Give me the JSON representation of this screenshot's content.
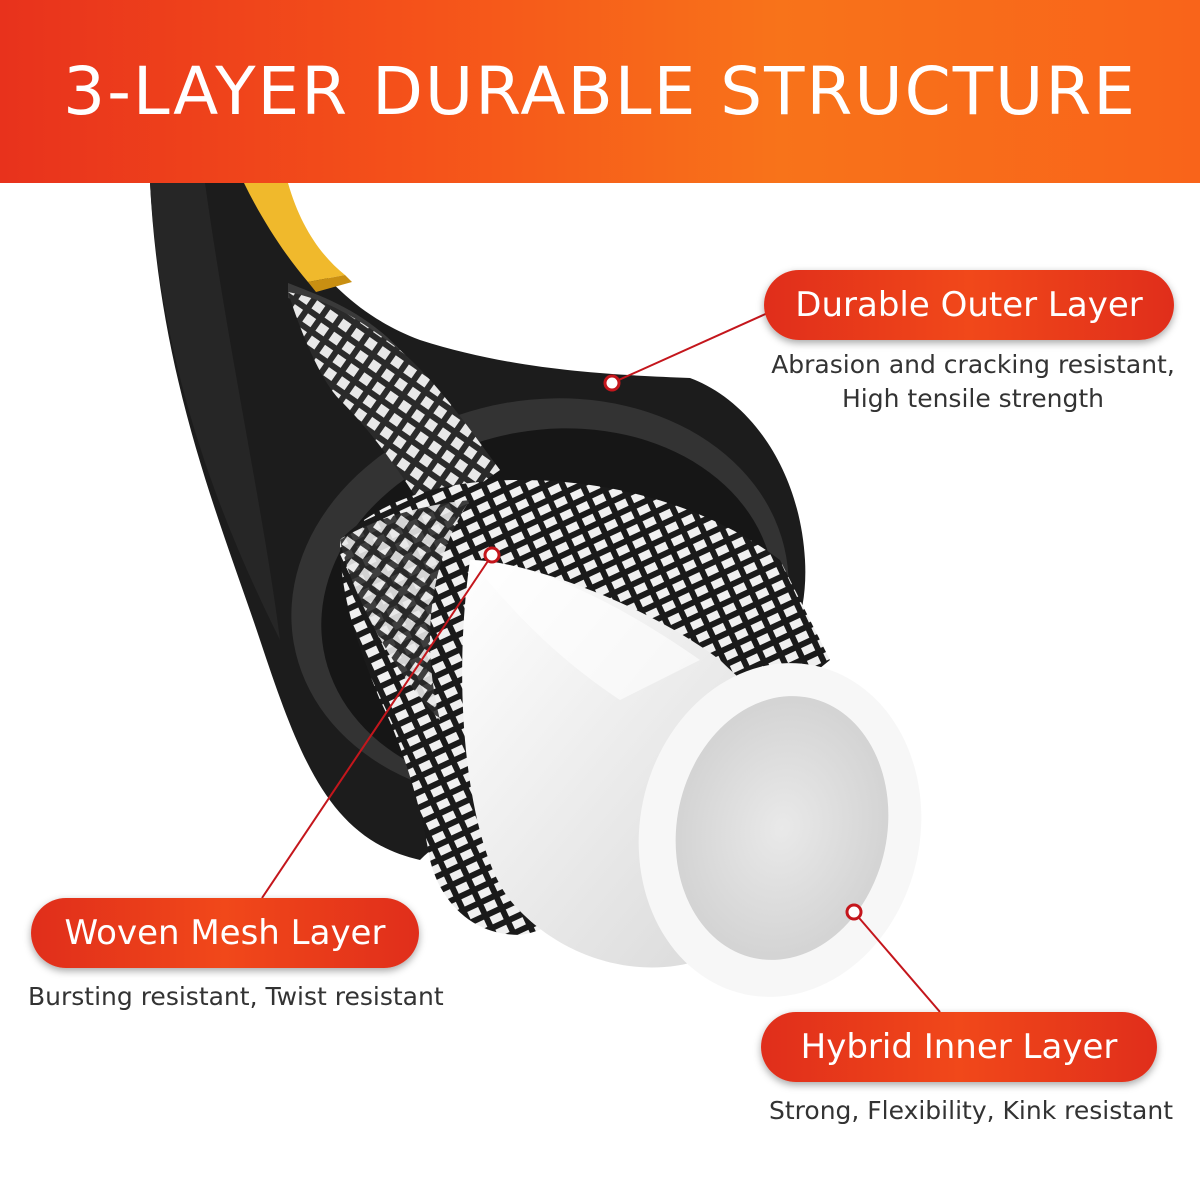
{
  "title": "3-LAYER DURABLE STRUCTURE",
  "colors": {
    "accent": "#e8321c",
    "accent_light": "#f8731a",
    "leader_line": "#c4161c",
    "outer_layer": "#1c1c1c",
    "stripe": "#f0b92c",
    "mesh": "#e6e6e6",
    "inner_layer": "#f2f2f2"
  },
  "layers": [
    {
      "label": "Durable Outer Layer",
      "description_lines": [
        "Abrasion and cracking resistant,",
        "High tensile strength"
      ]
    },
    {
      "label": "Woven Mesh Layer",
      "description_lines": [
        "Bursting resistant, Twist resistant"
      ]
    },
    {
      "label": "Hybrid Inner Layer",
      "description_lines": [
        "Strong, Flexibility, Kink resistant"
      ]
    }
  ]
}
